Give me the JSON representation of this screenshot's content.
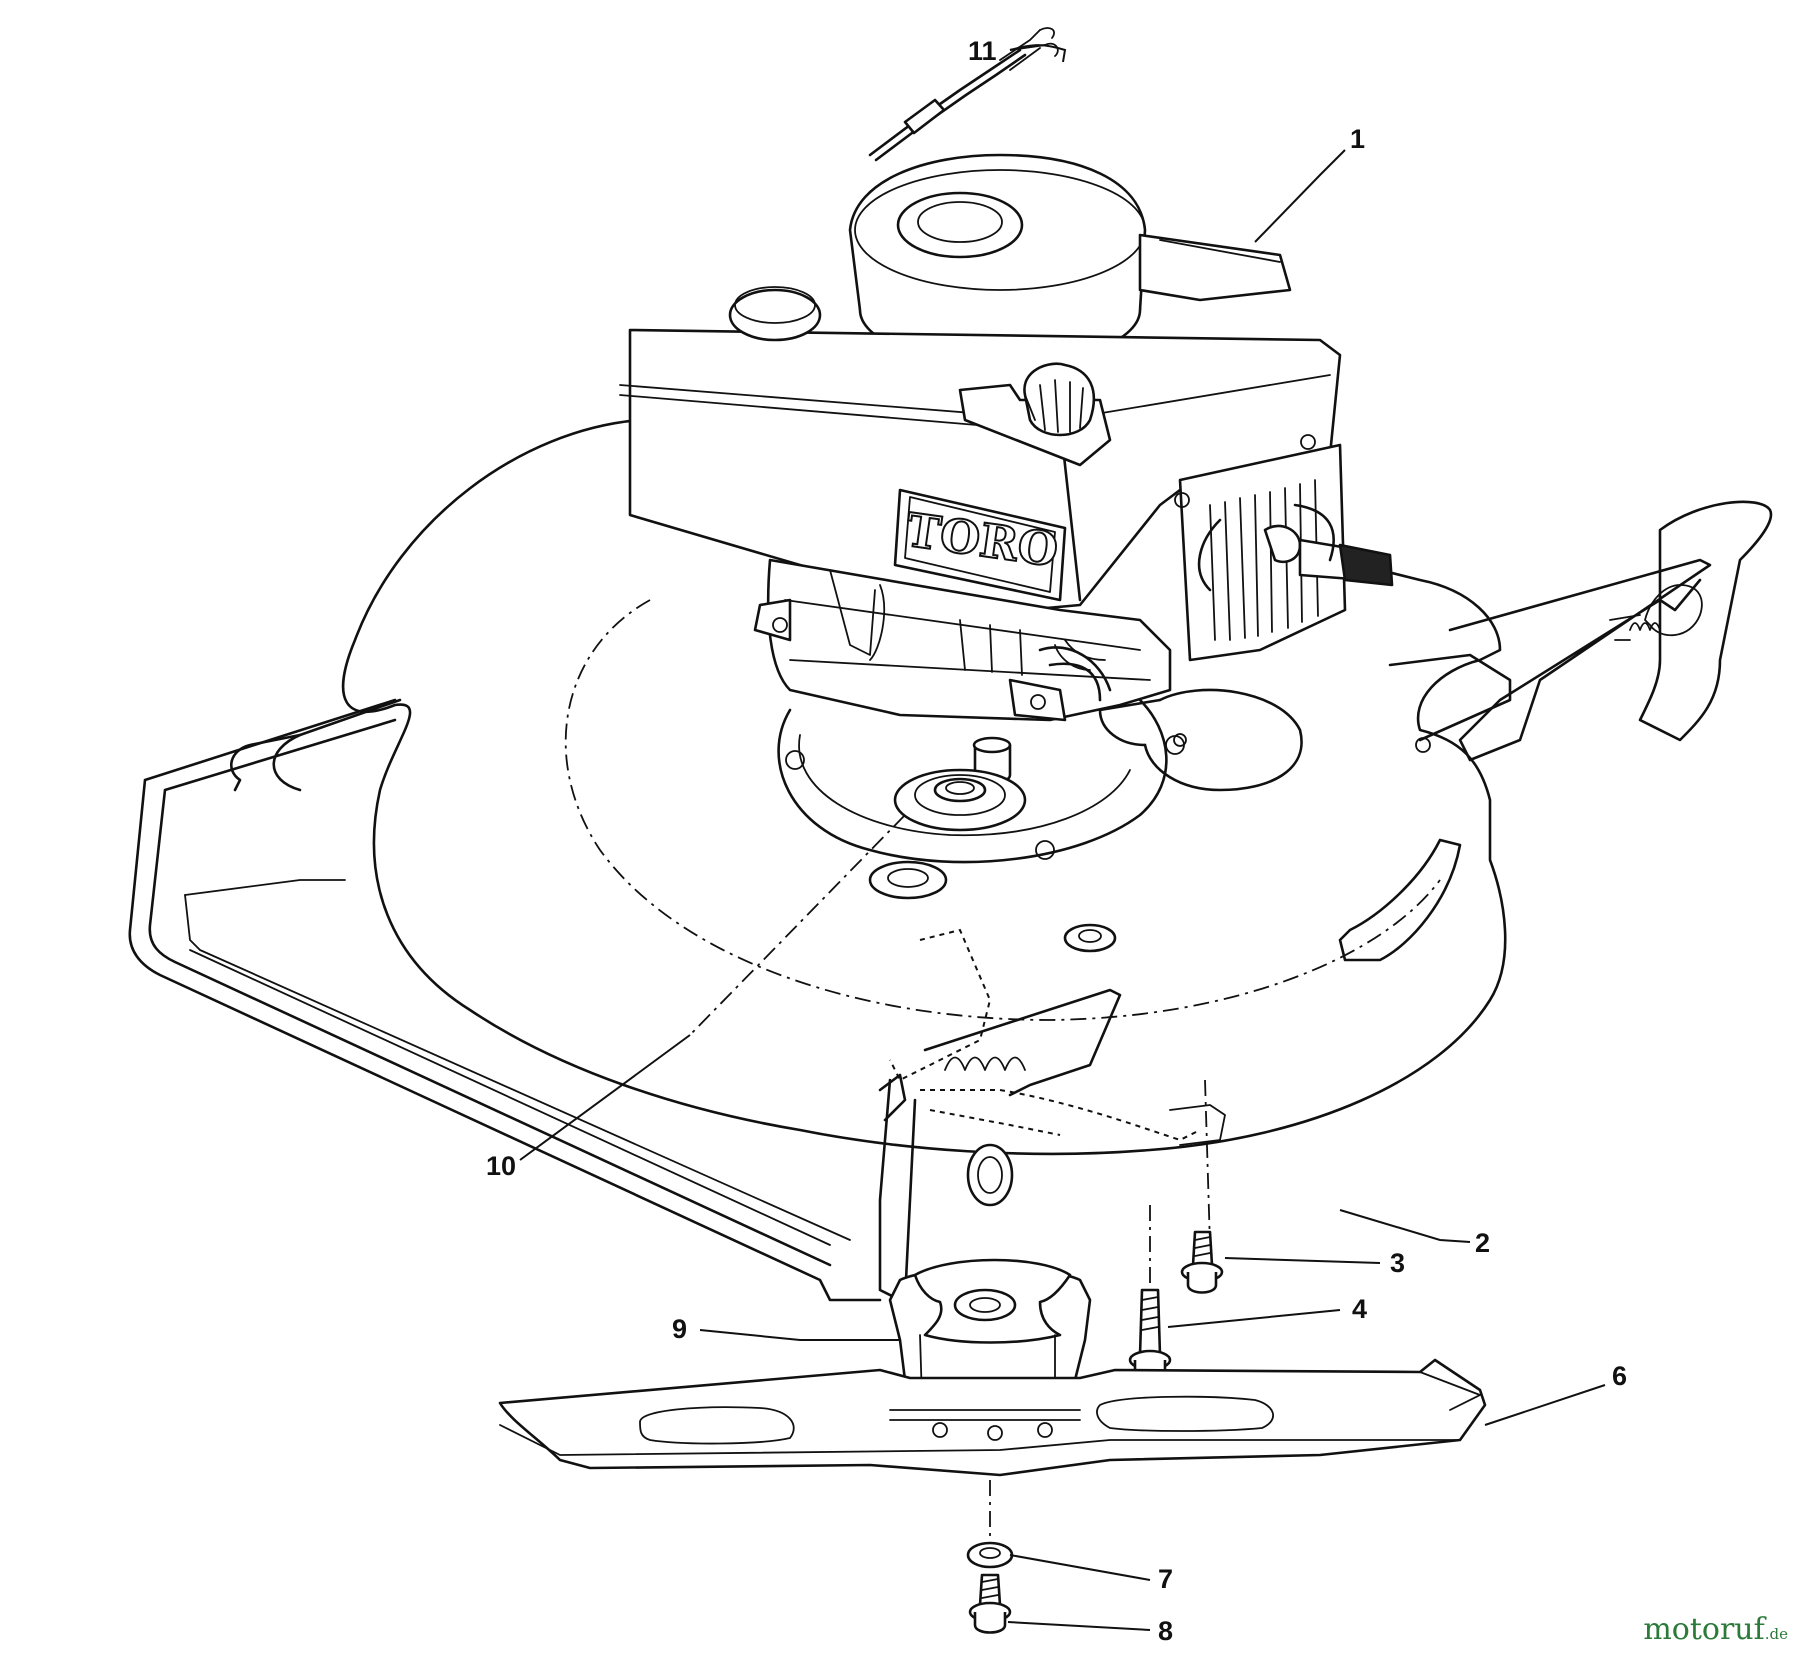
{
  "diagram": {
    "callouts": [
      {
        "id": "c1",
        "text": "1"
      },
      {
        "id": "c2",
        "text": "2"
      },
      {
        "id": "c3",
        "text": "3"
      },
      {
        "id": "c4",
        "text": "4"
      },
      {
        "id": "c6",
        "text": "6"
      },
      {
        "id": "c7",
        "text": "7"
      },
      {
        "id": "c8",
        "text": "8"
      },
      {
        "id": "c9",
        "text": "9"
      },
      {
        "id": "c10",
        "text": "10"
      },
      {
        "id": "c11",
        "text": "11"
      }
    ],
    "engine_brand": "TORO"
  },
  "watermark": {
    "text": "motoruf",
    "tld": ".de",
    "color": "#2b7a3a"
  }
}
